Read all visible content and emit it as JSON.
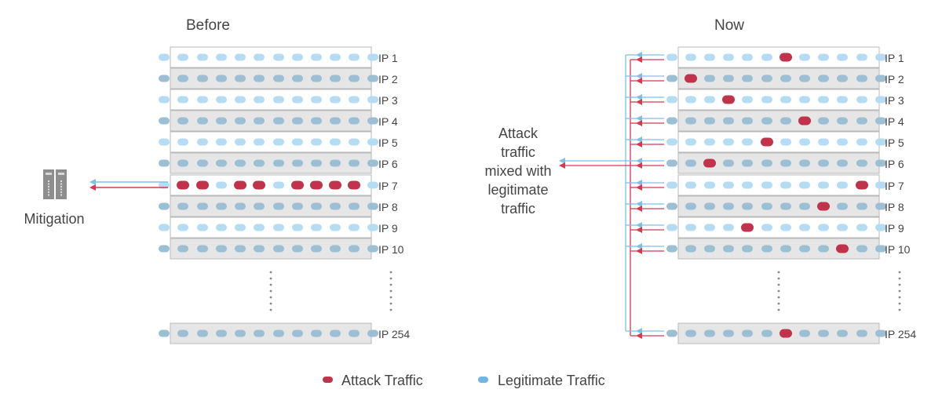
{
  "titles": {
    "before": "Before",
    "now": "Now"
  },
  "mitigation": {
    "label": "Mitigation",
    "icon": "server-appliance-icon"
  },
  "mixed_label": [
    "Attack",
    "traffic",
    "mixed with",
    "legitimate",
    "traffic"
  ],
  "ip_labels": [
    "IP  1",
    "IP  2",
    "IP  3",
    "IP  4",
    "IP  5",
    "IP  6",
    "IP  7",
    "IP  8",
    "IP  9",
    "IP  10"
  ],
  "ip_last_label": "IP 254",
  "legend": {
    "attack": "Attack Traffic",
    "legit": "Legitimate Traffic"
  },
  "colors": {
    "attack": "#c0334a",
    "legit_light": "#b5dcf2",
    "legit_dark": "#9dbfd4",
    "row_light": "#ffffff",
    "row_dark": "#e6e6e6",
    "border": "#b9b9b9",
    "arrow_blue": "#7fbfe6",
    "arrow_red": "#d23a50",
    "text": "#444444"
  },
  "before": {
    "attacked_row": 7,
    "attack_packets_in_row": [
      1,
      2,
      4,
      5,
      7,
      8,
      9,
      10
    ]
  },
  "now": {
    "attack_packet_per_row": [
      6,
      1,
      3,
      7,
      5,
      2,
      10,
      8,
      4,
      9
    ],
    "attack_packet_last_row": 6
  }
}
